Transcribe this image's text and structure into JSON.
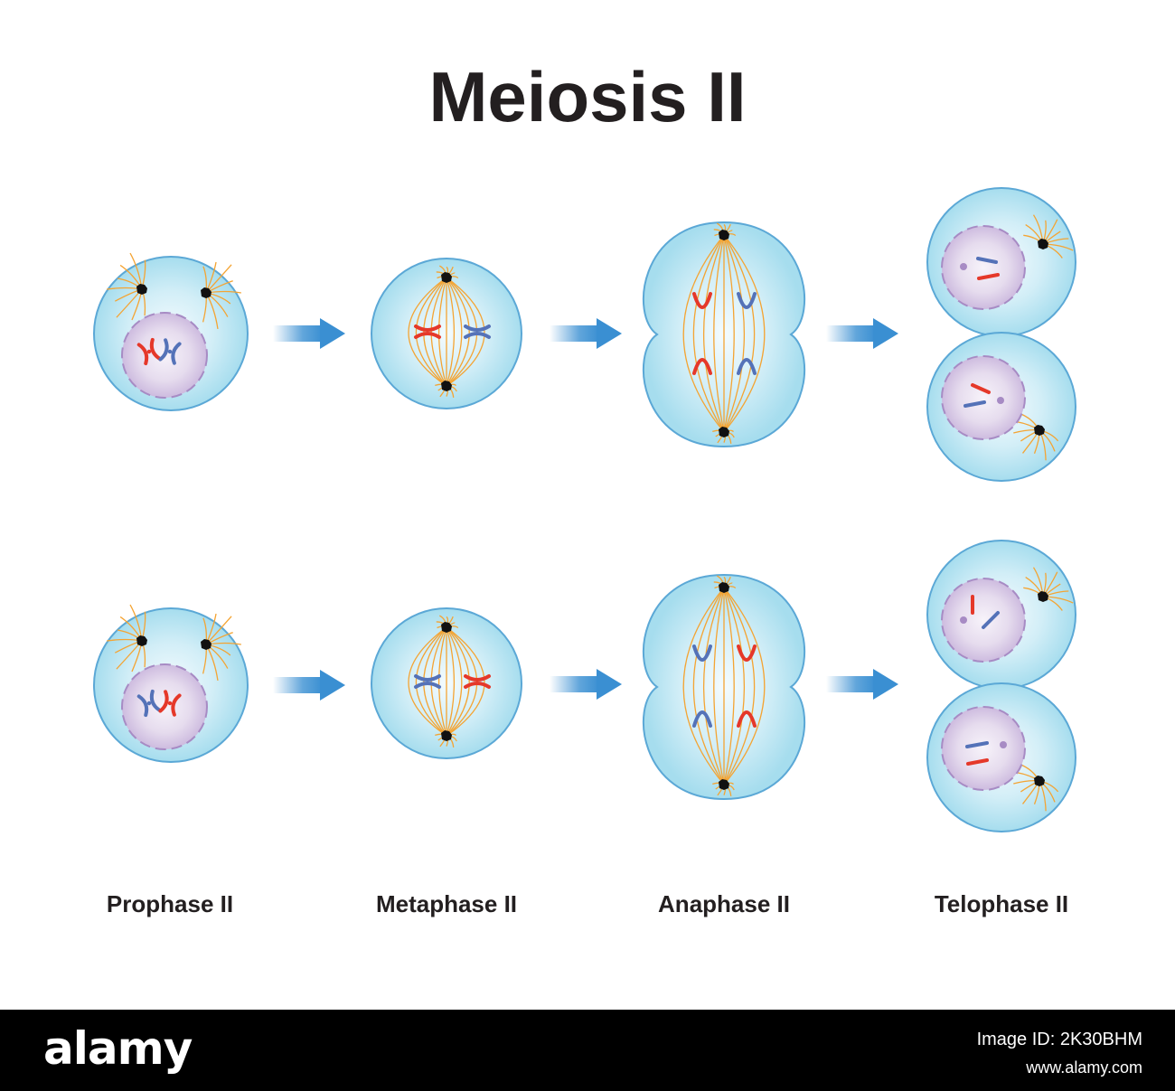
{
  "title": "Meiosis II",
  "stages": [
    "Prophase II",
    "Metaphase II",
    "Anaphase II",
    "Telophase II"
  ],
  "colors": {
    "cell_fill_inner": "#f4fbfe",
    "cell_fill_outer": "#a6ddee",
    "cell_stroke": "#5ba8d6",
    "nucleus_fill": "#d9cde6",
    "nucleus_stroke": "#a78bc4",
    "spindle": "#f4a433",
    "centrosome": "#111111",
    "chromosome_red": "#e5382a",
    "chromosome_blue": "#5472b8",
    "arrow": "#3a8fd2"
  },
  "footer": {
    "brand": "alamy",
    "image_id": "Image ID: 2K30BHM",
    "site": "www.alamy.com"
  }
}
